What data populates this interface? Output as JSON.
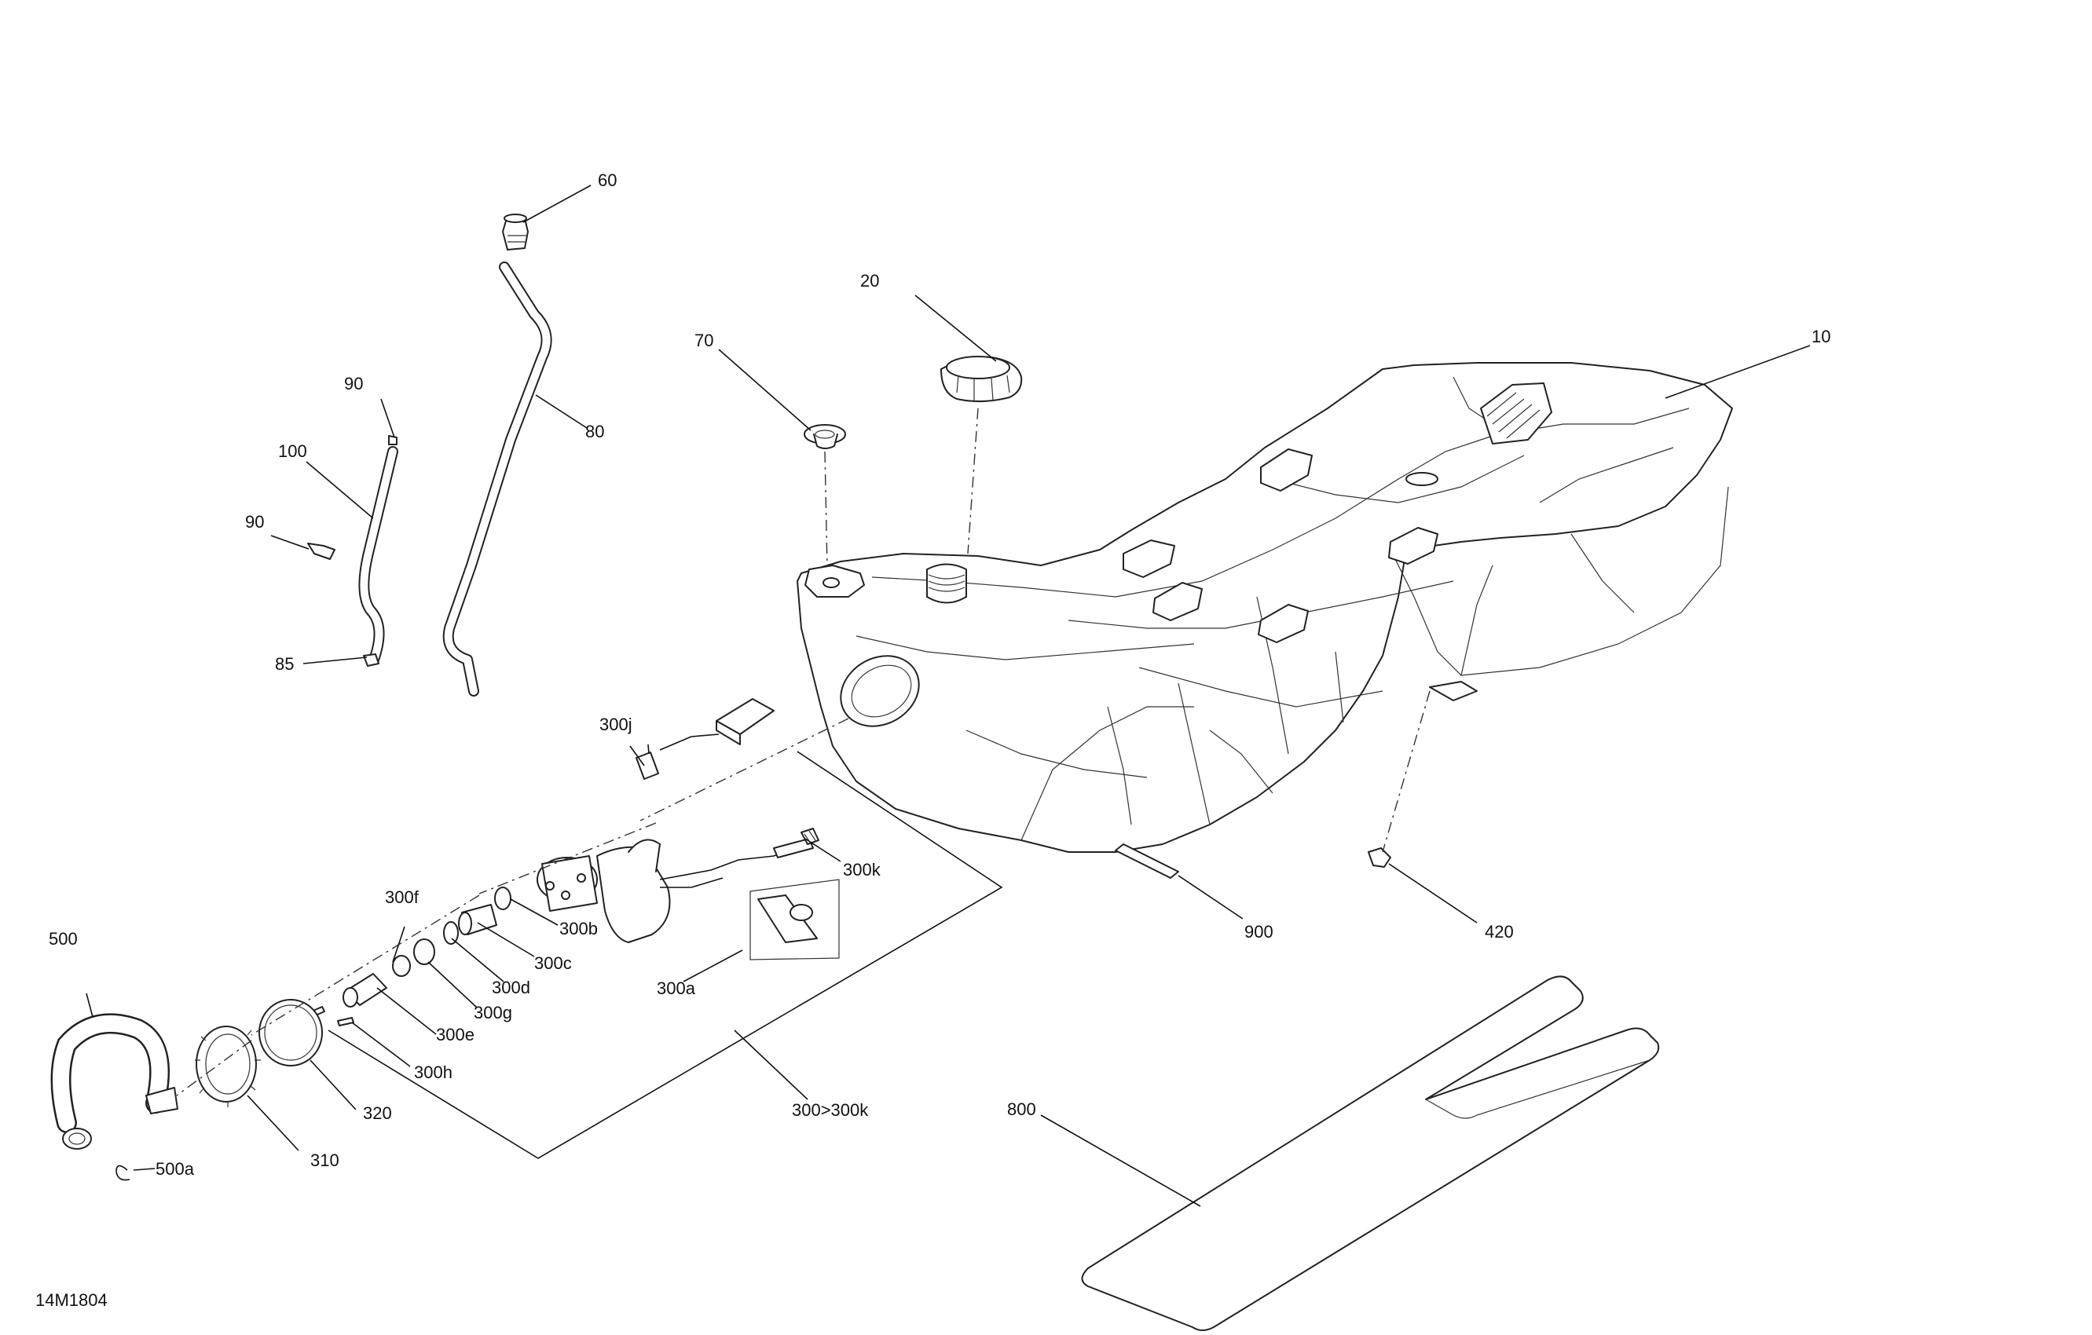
{
  "diagram_id": "14M1804",
  "callouts": {
    "c10": "10",
    "c20": "20",
    "c60": "60",
    "c70": "70",
    "c80": "80",
    "c85": "85",
    "c90a": "90",
    "c90b": "90",
    "c100": "100",
    "c300a": "300a",
    "c300b": "300b",
    "c300c": "300c",
    "c300d": "300d",
    "c300e": "300e",
    "c300f": "300f",
    "c300g": "300g",
    "c300h": "300h",
    "c300j": "300j",
    "c300k": "300k",
    "c300range": "300>300k",
    "c310": "310",
    "c320": "320",
    "c420": "420",
    "c500": "500",
    "c500a": "500a",
    "c800": "800",
    "c900": "900"
  },
  "parts": {
    "fuel_tank": "fuel-tank-icon",
    "filler_cap": "filler-cap-icon",
    "valve": "vent-valve-icon",
    "grommet": "grommet-icon",
    "vent_hose": "vent-hose-icon",
    "fuel_pump": "fuel-pump-icon",
    "lock_ring": "lock-ring-icon",
    "gasket": "gasket-icon",
    "fuel_line": "fuel-line-icon",
    "pad": "tank-pad-icon",
    "foam_strip": "foam-strip-icon",
    "clip": "clip-icon"
  }
}
